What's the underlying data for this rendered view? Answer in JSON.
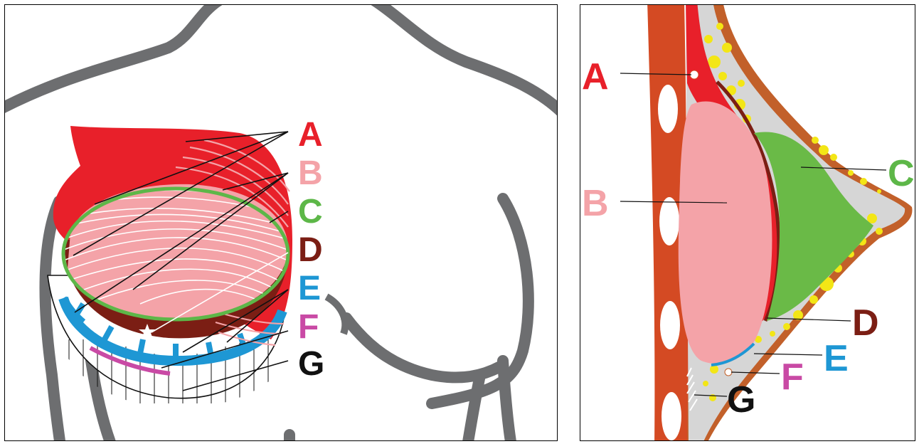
{
  "front_view": {
    "labels": [
      {
        "key": "A",
        "text": "A",
        "color": "#E8202A"
      },
      {
        "key": "B",
        "text": "B",
        "color": "#F4A3A8"
      },
      {
        "key": "C",
        "text": "C",
        "color": "#5DB748"
      },
      {
        "key": "D",
        "text": "D",
        "color": "#7B1E14"
      },
      {
        "key": "E",
        "text": "E",
        "color": "#1E97D4"
      },
      {
        "key": "F",
        "text": "F",
        "color": "#C94AA5"
      },
      {
        "key": "G",
        "text": "G",
        "color": "#111111"
      }
    ]
  },
  "side_view": {
    "labels": [
      {
        "key": "A",
        "text": "A",
        "color": "#E8202A"
      },
      {
        "key": "B",
        "text": "B",
        "color": "#F4A3A8"
      },
      {
        "key": "C",
        "text": "C",
        "color": "#5DB748"
      },
      {
        "key": "D",
        "text": "D",
        "color": "#7B1E14"
      },
      {
        "key": "E",
        "text": "E",
        "color": "#1E97D4"
      },
      {
        "key": "F",
        "text": "F",
        "color": "#C94AA5"
      },
      {
        "key": "G",
        "text": "G",
        "color": "#111111"
      }
    ]
  }
}
